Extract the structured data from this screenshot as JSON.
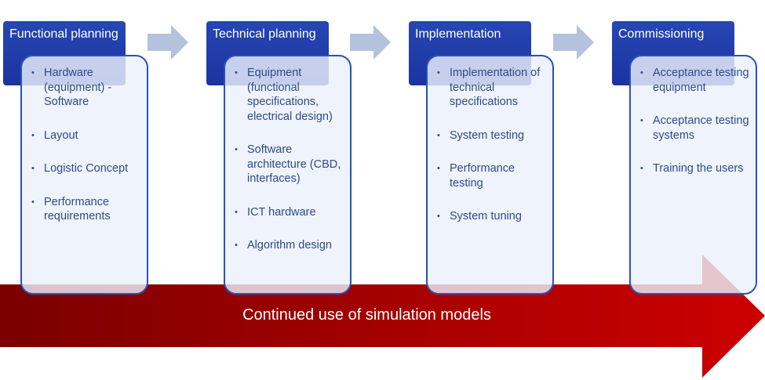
{
  "banner": {
    "label": "Continued use of simulation models",
    "color": "#c00000"
  },
  "phases": [
    {
      "title": "Functional planning",
      "items": [
        "Hardware (equipment) - Software",
        "Layout",
        "Logistic Concept",
        "Performance requirements"
      ]
    },
    {
      "title": "Technical planning",
      "items": [
        "Equipment (functional specifications, electrical design)",
        "Software architecture (CBD, interfaces)",
        "ICT hardware",
        "Algorithm design"
      ]
    },
    {
      "title": "Implementation",
      "items": [
        "Implementation of technical specifications",
        "System testing",
        "Performance testing",
        "System tuning"
      ]
    },
    {
      "title": "Commissioning",
      "items": [
        "Acceptance testing equipment",
        "Acceptance testing systems",
        "Training the users"
      ]
    }
  ],
  "colors": {
    "header": "#1f3aa8",
    "card_border": "#2a50b8",
    "card_text": "#2f4a8a",
    "chevron": "#b4c2de"
  }
}
